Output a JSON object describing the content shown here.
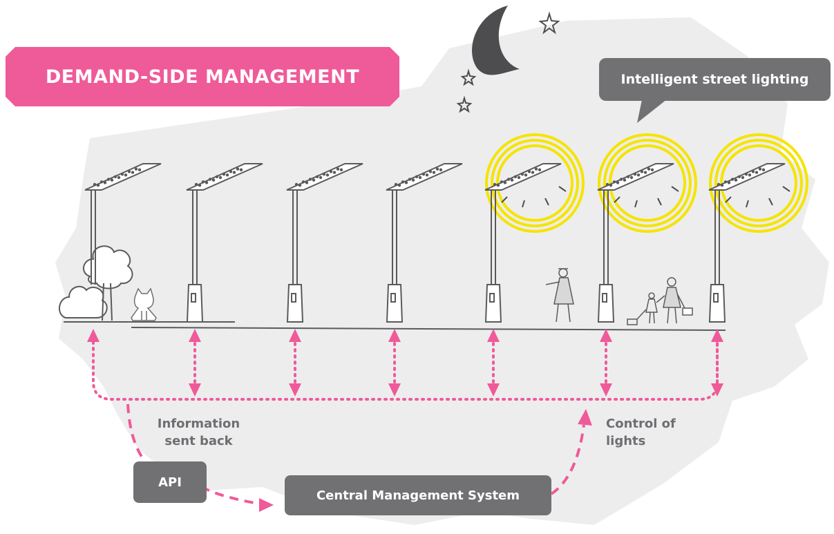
{
  "title": "DEMAND-SIDE MANAGEMENT",
  "callout": "Intelligent street lighting",
  "labels": {
    "info_back": "Information sent back",
    "control": "Control of lights"
  },
  "boxes": {
    "api": "API",
    "cms": "Central Management System"
  },
  "colors": {
    "accent_pink": "#ef5a98",
    "box_gray": "#717174",
    "light_yellow": "#f5e400",
    "background_gray": "#ededee"
  },
  "icons": [
    "moon-icon",
    "star-icon",
    "tree-icon",
    "cat-icon",
    "street-lamp-icon",
    "pedestrian-icon"
  ]
}
